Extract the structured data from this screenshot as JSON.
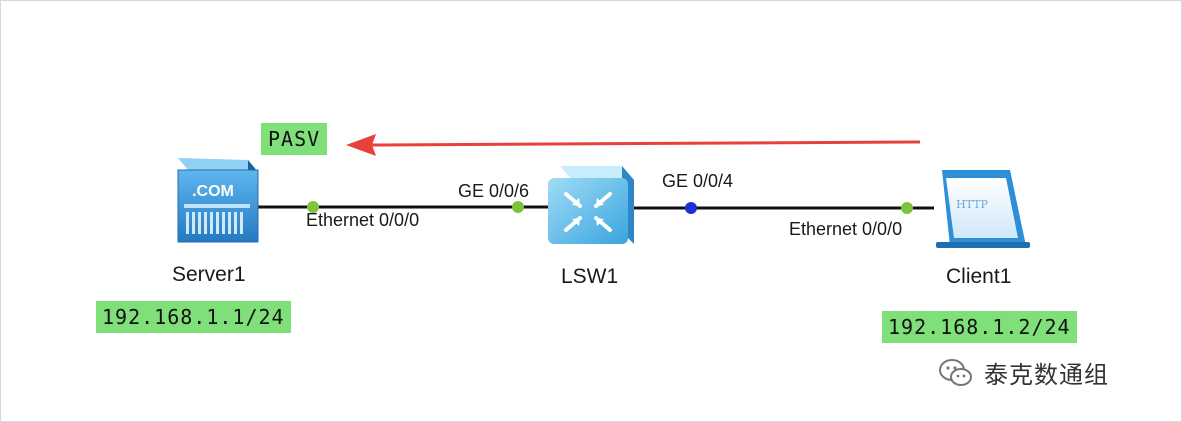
{
  "pasv_label": "PASV",
  "devices": {
    "server": {
      "name": "Server1",
      "screen_text": ".COM",
      "ip": "192.168.1.1/24",
      "port": "Ethernet 0/0/0"
    },
    "switch": {
      "name": "LSW1",
      "port_left": "GE 0/0/6",
      "port_right": "GE 0/0/4"
    },
    "client": {
      "name": "Client1",
      "screen_text": "HTTP",
      "ip": "192.168.1.2/24",
      "port": "Ethernet 0/0/0"
    }
  },
  "watermark": {
    "text": "泰克数通组",
    "icon": "wechat-icon"
  },
  "colors": {
    "arrow": "#e8413c",
    "link": "#111111",
    "port_dot": "#7cc43a",
    "switch_port_dot": "#1f2fd6",
    "ip_tag_bg": "#7fe07a",
    "device_blue": "#2c8fd8"
  }
}
